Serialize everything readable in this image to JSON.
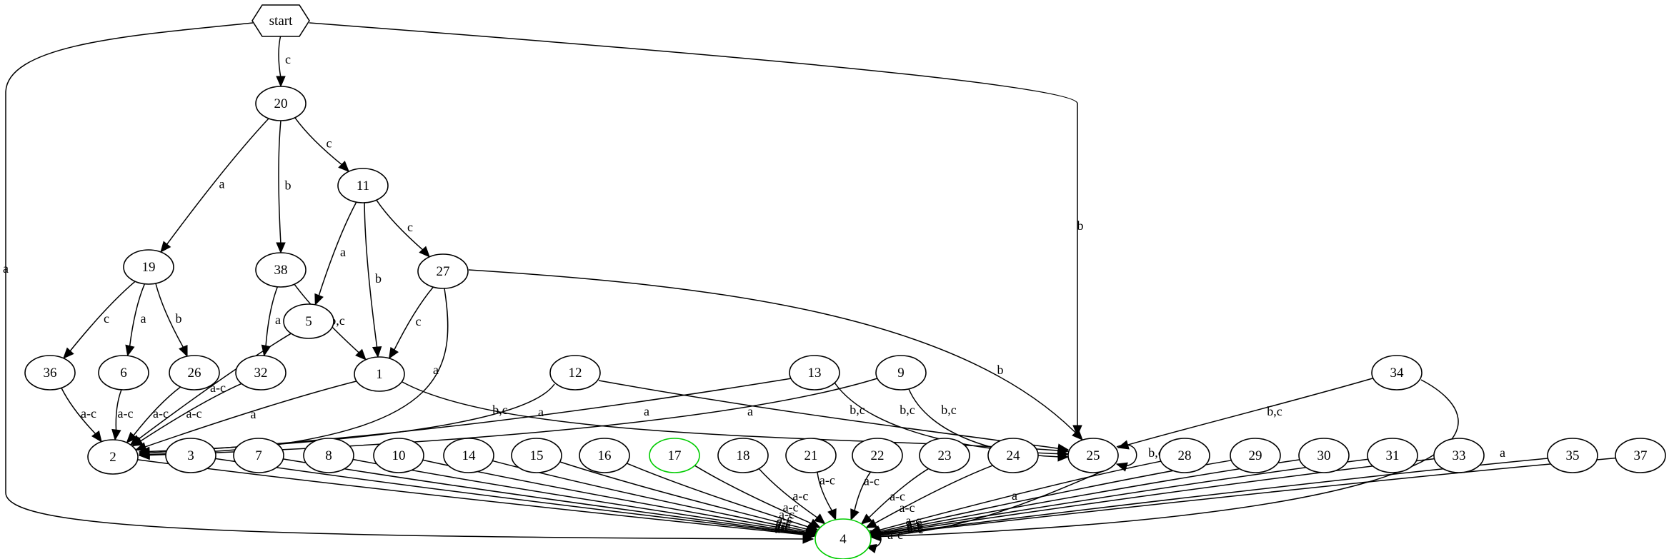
{
  "diagram": {
    "accent_color": "#00cc00",
    "nodes": [
      {
        "id": "start",
        "label": "start",
        "shape": "hexagon"
      },
      {
        "id": "20",
        "label": "20"
      },
      {
        "id": "11",
        "label": "11"
      },
      {
        "id": "19",
        "label": "19"
      },
      {
        "id": "38",
        "label": "38"
      },
      {
        "id": "27",
        "label": "27"
      },
      {
        "id": "5",
        "label": "5"
      },
      {
        "id": "36",
        "label": "36"
      },
      {
        "id": "6",
        "label": "6"
      },
      {
        "id": "26",
        "label": "26"
      },
      {
        "id": "32",
        "label": "32"
      },
      {
        "id": "1",
        "label": "1"
      },
      {
        "id": "12",
        "label": "12"
      },
      {
        "id": "13",
        "label": "13"
      },
      {
        "id": "9",
        "label": "9"
      },
      {
        "id": "34",
        "label": "34"
      },
      {
        "id": "2",
        "label": "2"
      },
      {
        "id": "3",
        "label": "3"
      },
      {
        "id": "7",
        "label": "7"
      },
      {
        "id": "8",
        "label": "8"
      },
      {
        "id": "10",
        "label": "10"
      },
      {
        "id": "14",
        "label": "14"
      },
      {
        "id": "15",
        "label": "15"
      },
      {
        "id": "16",
        "label": "16"
      },
      {
        "id": "17",
        "label": "17",
        "accent": true
      },
      {
        "id": "18",
        "label": "18"
      },
      {
        "id": "21",
        "label": "21"
      },
      {
        "id": "22",
        "label": "22"
      },
      {
        "id": "23",
        "label": "23"
      },
      {
        "id": "24",
        "label": "24"
      },
      {
        "id": "25",
        "label": "25"
      },
      {
        "id": "28",
        "label": "28"
      },
      {
        "id": "29",
        "label": "29"
      },
      {
        "id": "30",
        "label": "30"
      },
      {
        "id": "31",
        "label": "31"
      },
      {
        "id": "33",
        "label": "33"
      },
      {
        "id": "35",
        "label": "35"
      },
      {
        "id": "37",
        "label": "37"
      },
      {
        "id": "4",
        "label": "4",
        "accent": true,
        "double": true
      }
    ],
    "edges": [
      {
        "from": "start",
        "to": "20",
        "label": "c"
      },
      {
        "from": "start",
        "to": "4",
        "label": "a"
      },
      {
        "from": "start",
        "to": "25",
        "label": "b"
      },
      {
        "from": "20",
        "to": "19",
        "label": "a"
      },
      {
        "from": "20",
        "to": "38",
        "label": "b"
      },
      {
        "from": "20",
        "to": "11",
        "label": "c"
      },
      {
        "from": "11",
        "to": "5",
        "label": "a"
      },
      {
        "from": "11",
        "to": "1",
        "label": "b"
      },
      {
        "from": "11",
        "to": "27",
        "label": "c"
      },
      {
        "from": "19",
        "to": "36",
        "label": "c"
      },
      {
        "from": "19",
        "to": "6",
        "label": "a"
      },
      {
        "from": "19",
        "to": "26",
        "label": "b"
      },
      {
        "from": "38",
        "to": "32",
        "label": "a"
      },
      {
        "from": "38",
        "to": "1",
        "label": "b,c"
      },
      {
        "from": "27",
        "to": "1",
        "label": "c"
      },
      {
        "from": "27",
        "to": "2",
        "label": "a"
      },
      {
        "from": "27",
        "to": "25",
        "label": "b"
      },
      {
        "from": "5",
        "to": "2",
        "label": "a-c"
      },
      {
        "from": "36",
        "to": "2",
        "label": "a-c"
      },
      {
        "from": "6",
        "to": "2",
        "label": "a-c"
      },
      {
        "from": "26",
        "to": "2",
        "label": "a-c"
      },
      {
        "from": "32",
        "to": "2",
        "label": "a-c"
      },
      {
        "from": "1",
        "to": "2",
        "label": "a"
      },
      {
        "from": "1",
        "to": "25",
        "label": "b,c"
      },
      {
        "from": "12",
        "to": "2",
        "label": "a"
      },
      {
        "from": "12",
        "to": "25",
        "label": "b,c"
      },
      {
        "from": "13",
        "to": "2",
        "label": "a"
      },
      {
        "from": "13",
        "to": "25",
        "label": "b,c"
      },
      {
        "from": "9",
        "to": "2",
        "label": "a"
      },
      {
        "from": "9",
        "to": "25",
        "label": "b,c"
      },
      {
        "from": "34",
        "to": "25",
        "label": "b,c"
      },
      {
        "from": "34",
        "to": "4",
        "label": "a"
      },
      {
        "from": "25",
        "to": "25",
        "label": "b,c"
      },
      {
        "from": "25",
        "to": "4",
        "label": "a"
      },
      {
        "from": "2",
        "to": "4",
        "label": "a-c"
      },
      {
        "from": "3",
        "to": "4",
        "label": "a-c"
      },
      {
        "from": "7",
        "to": "4",
        "label": "a-c"
      },
      {
        "from": "8",
        "to": "4",
        "label": "a-c"
      },
      {
        "from": "10",
        "to": "4",
        "label": "a-c"
      },
      {
        "from": "14",
        "to": "4",
        "label": "a-c"
      },
      {
        "from": "15",
        "to": "4",
        "label": "a-c"
      },
      {
        "from": "16",
        "to": "4",
        "label": "a-c"
      },
      {
        "from": "17",
        "to": "4",
        "label": "a-c"
      },
      {
        "from": "18",
        "to": "4",
        "label": "a-c"
      },
      {
        "from": "21",
        "to": "4",
        "label": "a-c"
      },
      {
        "from": "22",
        "to": "4",
        "label": "a-c"
      },
      {
        "from": "23",
        "to": "4",
        "label": "a-c"
      },
      {
        "from": "24",
        "to": "4",
        "label": "a-c"
      },
      {
        "from": "28",
        "to": "4",
        "label": "a-c"
      },
      {
        "from": "29",
        "to": "4",
        "label": "a-c"
      },
      {
        "from": "30",
        "to": "4",
        "label": "a-c"
      },
      {
        "from": "31",
        "to": "4",
        "label": "a-c"
      },
      {
        "from": "33",
        "to": "4",
        "label": "a-c"
      },
      {
        "from": "35",
        "to": "4",
        "label": "a-c"
      },
      {
        "from": "37",
        "to": "4",
        "label": "a-c"
      },
      {
        "from": "4",
        "to": "4",
        "label": "a-c"
      }
    ]
  }
}
